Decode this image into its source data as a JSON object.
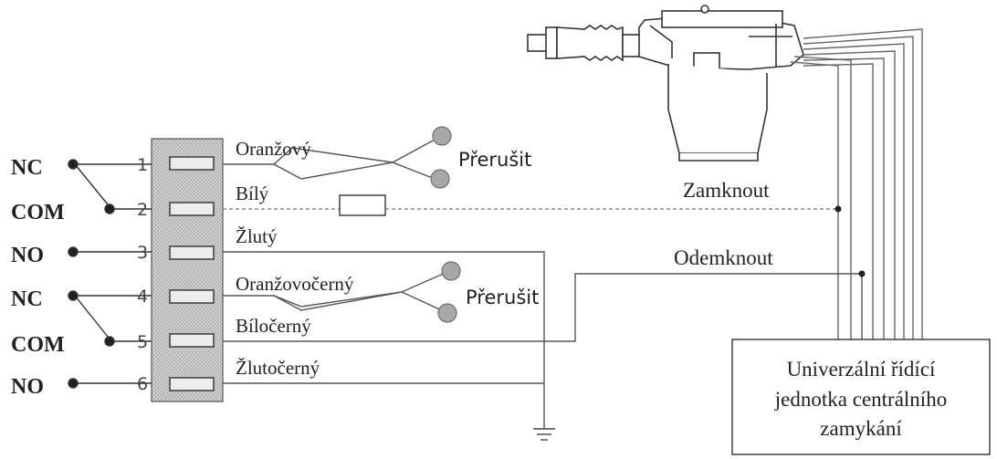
{
  "relay_terminals": [
    {
      "side": "NC",
      "pin": "1"
    },
    {
      "side": "COM",
      "pin": "2"
    },
    {
      "side": "NO",
      "pin": "3"
    },
    {
      "side": "NC",
      "pin": "4"
    },
    {
      "side": "COM",
      "pin": "5"
    },
    {
      "side": "NO",
      "pin": "6"
    }
  ],
  "wires": {
    "w1": "Oranžový",
    "w2": "Bílý",
    "w3": "Žlutý",
    "w4": "Oranžovočerný",
    "w5": "Bíločerný",
    "w6": "Žlutočerný"
  },
  "cut_labels": {
    "upper": "Přerušit",
    "lower": "Přerušit"
  },
  "signals": {
    "lock": "Zamknout",
    "unlock": "Odemknout"
  },
  "control_unit": {
    "line1": "Univerzální řídící",
    "line2": "jednotka centrálního",
    "line3": "zamykání"
  },
  "colors": {
    "ink": "#222222",
    "module": "#c8c8c8",
    "scissor_ball": "#a8a8a8",
    "dashed": "#8a8a8a"
  }
}
